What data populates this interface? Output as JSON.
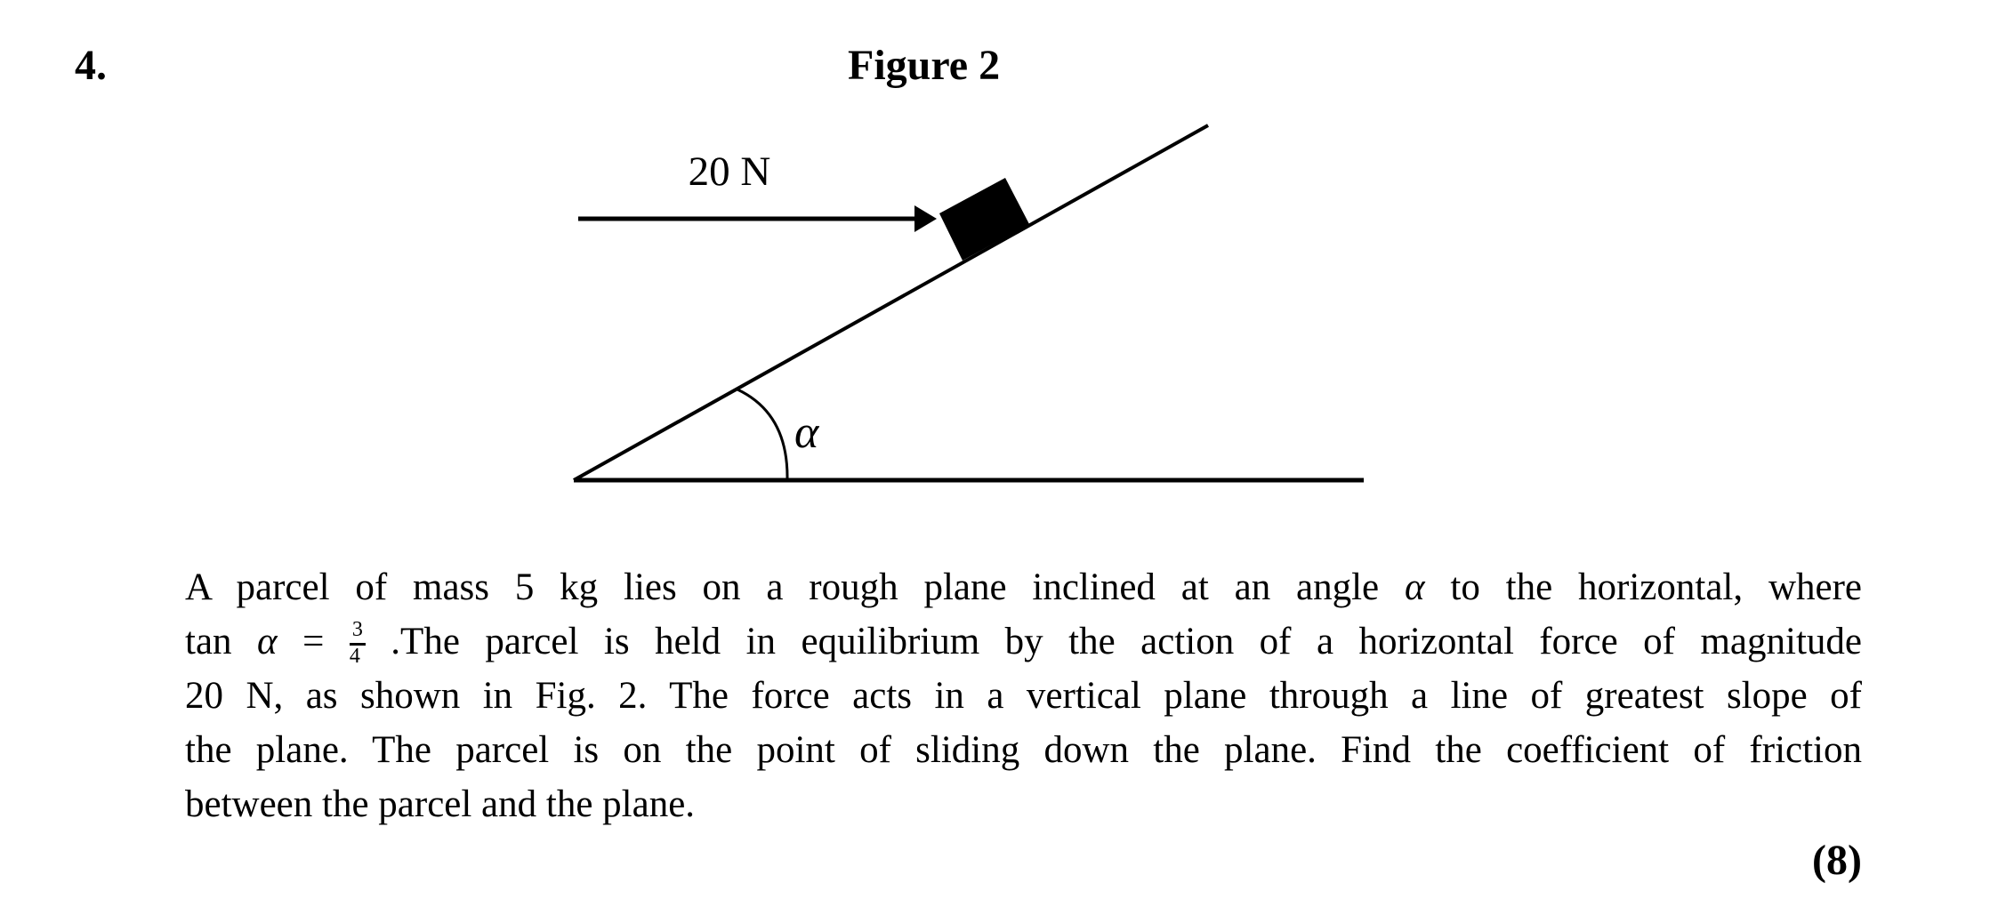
{
  "page": {
    "question_number": "4.",
    "figure_title": "Figure 2",
    "marks": "(8)"
  },
  "figure": {
    "force_label": "20 N",
    "angle_label": "α"
  },
  "problem": {
    "line1": {
      "pre": "A parcel of mass 5 kg lies on a rough plane inclined at an angle ",
      "alpha": "α",
      "post": " to the horizontal, where"
    },
    "line2": {
      "pre": "tan ",
      "alpha": "α",
      "eq": " = ",
      "frac_num": "3",
      "frac_den": "4",
      "post": " .The parcel is held in equilibrium by the action of a horizontal force of magnitude"
    },
    "line3": "20 N, as shown in Fig. 2. The force acts in a vertical plane through a line of greatest slope of",
    "line4": "the plane. The parcel is on the point of sliding down the plane. Find the coefficient of friction",
    "line5": "between the parcel and the plane."
  }
}
